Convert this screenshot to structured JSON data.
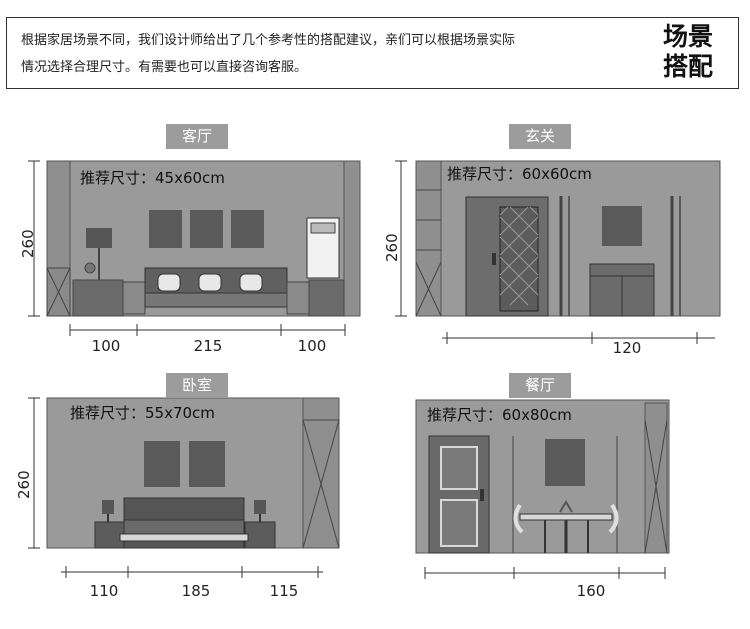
{
  "header": {
    "description_line1": "根据家居场景不同，我们设计师给出了几个参考性的搭配建议，亲们可以根据场景实际",
    "description_line2": "情况选择合理尺寸。有需要也可以直接咨询客服。",
    "title_line1": "场景",
    "title_line2": "搭配"
  },
  "scenes": {
    "living_room": {
      "name": "客厅",
      "recommend": "推荐尺寸：45x60cm",
      "height": "260",
      "widths": [
        "100",
        "215",
        "100"
      ]
    },
    "entrance": {
      "name": "玄关",
      "recommend": "推荐尺寸：60x60cm",
      "height": "260",
      "widths": [
        "120"
      ]
    },
    "bedroom": {
      "name": "卧室",
      "recommend": "推荐尺寸：55x70cm",
      "height": "260",
      "widths": [
        "110",
        "185",
        "115"
      ]
    },
    "dining": {
      "name": "餐厅",
      "recommend": "推荐尺寸：60x80cm",
      "height": "",
      "widths": [
        "160"
      ]
    }
  },
  "colors": {
    "wall": "#9a9a9a",
    "frame": "#5a5a5a",
    "furniture": "#666666",
    "tag": "#9c9c9c"
  }
}
